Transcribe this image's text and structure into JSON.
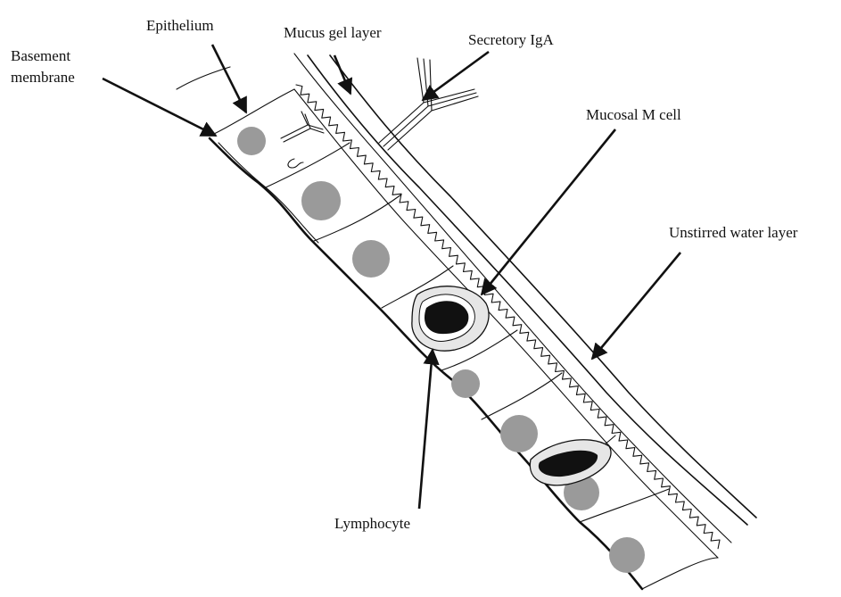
{
  "labels": {
    "epithelium": "Epithelium",
    "mucus_gel_layer": "Mucus gel layer",
    "secretory_iga": "Secretory IgA",
    "basement_membrane_line1": "Basement",
    "basement_membrane_line2": "membrane",
    "mucosal_m_cell": "Mucosal M cell",
    "unstirred_water_layer": "Unstirred water layer",
    "lymphocyte": "Lymphocyte"
  },
  "colors": {
    "ink": "#111111",
    "nucleus_gray": "#9a9a9a",
    "m_cell_halo": "#e6e6e6",
    "background": "#ffffff"
  }
}
